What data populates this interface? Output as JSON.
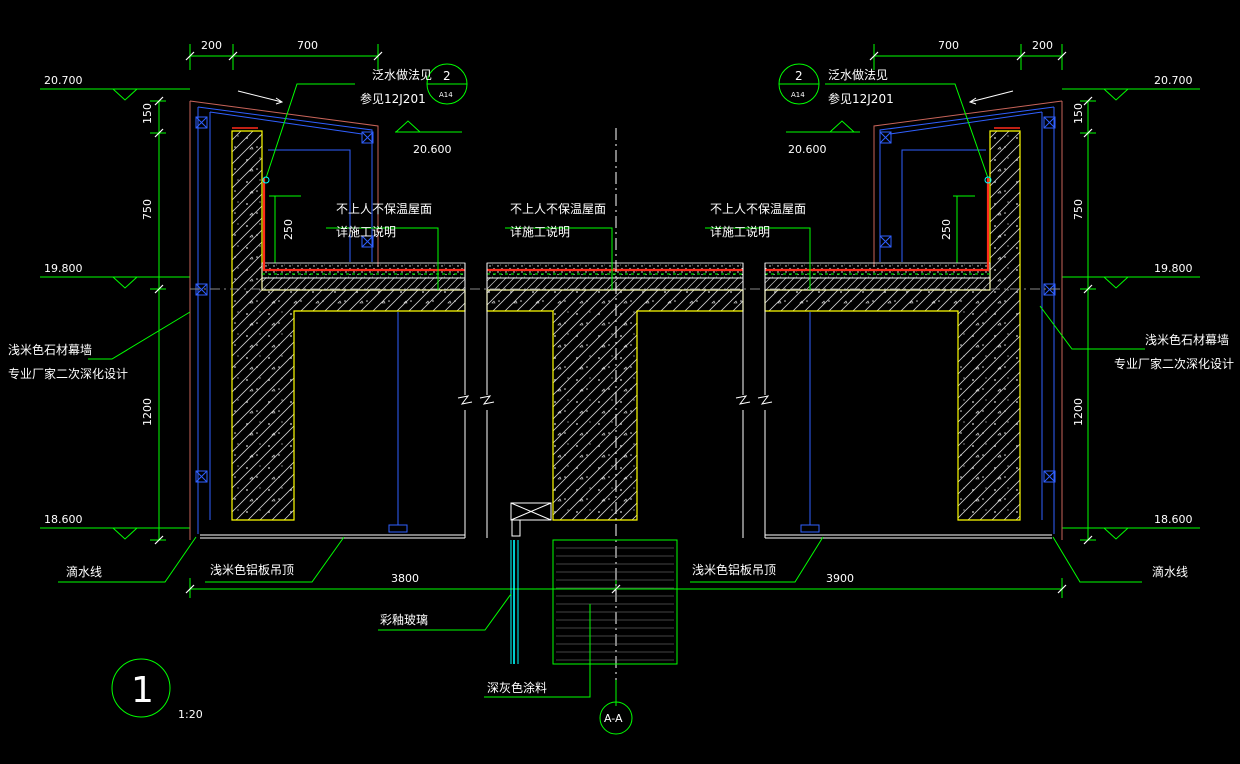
{
  "drawing": {
    "dims": {
      "top_left_200": "200",
      "top_left_700": "700",
      "top_right_700": "700",
      "top_right_200": "200",
      "side_150_l": "150",
      "side_750_l": "750",
      "side_1200_l": "1200",
      "side_150_r": "150",
      "side_750_r": "750",
      "side_1200_r": "1200",
      "parapet_250_l": "250",
      "parapet_250_r": "250",
      "bottom_3800": "3800",
      "bottom_3900": "3900"
    },
    "elevations": {
      "e20700_l": "20.700",
      "e20600_l": "20.600",
      "e19800_l": "19.800",
      "e18600_l": "18.600",
      "e20700_r": "20.700",
      "e20600_r": "20.600",
      "e19800_r": "19.800",
      "e18600_r": "18.600"
    },
    "notes": {
      "flashing_left_1": "泛水做法见",
      "flashing_left_2": "参见12J201",
      "flashing_right_1": "泛水做法见",
      "flashing_right_2": "参见12J201",
      "roof1_1": "不上人不保温屋面",
      "roof1_2": "详施工说明",
      "roof2_1": "不上人不保温屋面",
      "roof2_2": "详施工说明",
      "roof3_1": "不上人不保温屋面",
      "roof3_2": "详施工说明",
      "stone_left_1": "浅米色石材幕墙",
      "stone_left_2": "专业厂家二次深化设计",
      "stone_right_1": "浅米色石材幕墙",
      "stone_right_2": "专业厂家二次深化设计",
      "drip_left": "滴水线",
      "drip_right": "滴水线",
      "ceiling_left": "浅米色铝板吊顶",
      "ceiling_right": "浅米色铝板吊顶",
      "glass": "彩釉玻璃",
      "paint": "深灰色涂料"
    },
    "callouts": {
      "detail_left_num": "2",
      "detail_left_sheet": "A14",
      "detail_right_num": "2",
      "detail_right_sheet": "A14",
      "section_mark": "A-A",
      "title_num": "1",
      "scale": "1:20"
    }
  },
  "colors": {
    "background": "#000000",
    "dim_green": "#00ff00",
    "outline_white": "#ffffff",
    "concrete_yellow": "#ffff00",
    "flashing_red": "#ff2a1a",
    "stone_red": "#c8645a",
    "blue_line": "#3060ff",
    "cyan_glass": "#00ffff"
  }
}
